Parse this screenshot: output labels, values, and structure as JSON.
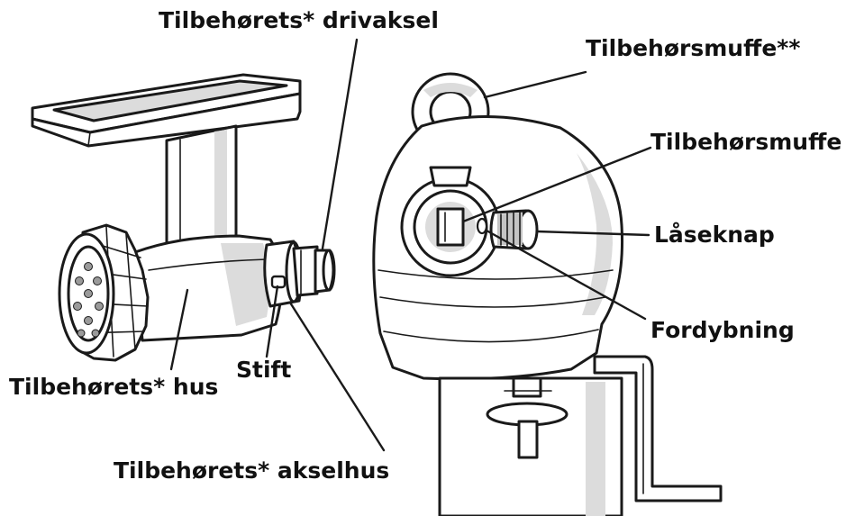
{
  "labels": {
    "drive_shaft": "Tilbehørets* drivaksel",
    "hub_top": "Tilbehørsmuffe**",
    "hub": "Tilbehørsmuffe",
    "lock_knob": "Låseknap",
    "notch": "Fordybning",
    "housing": "Tilbehørets* hus",
    "pin": "Stift",
    "shaft_housing": "Tilbehørets* akselhus"
  }
}
